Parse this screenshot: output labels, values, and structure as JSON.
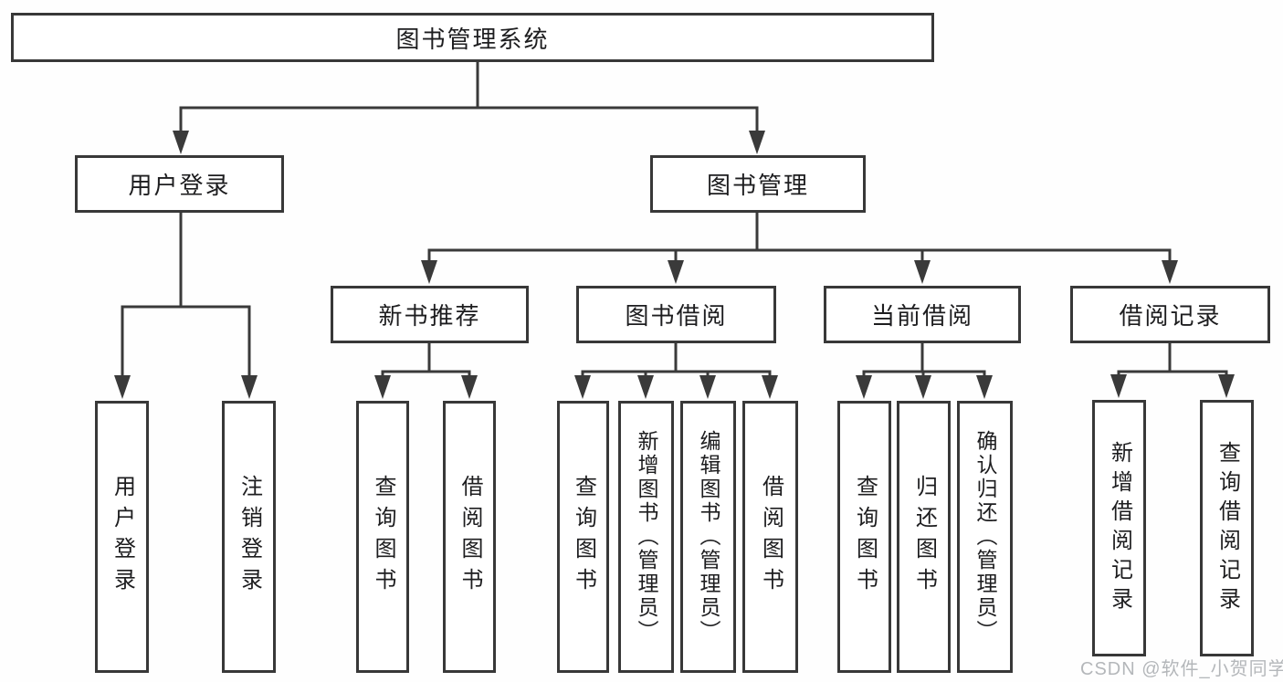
{
  "tree": {
    "root": "图书管理系统",
    "children": [
      {
        "label": "用户登录",
        "children": [
          "用户登录",
          "注销登录"
        ]
      },
      {
        "label": "图书管理",
        "children": [
          {
            "label": "新书推荐",
            "children": [
              "查询图书",
              "借阅图书"
            ]
          },
          {
            "label": "图书借阅",
            "children": [
              "查询图书",
              "新增图书（管理员）",
              "编辑图书（管理员）",
              "借阅图书"
            ]
          },
          {
            "label": "当前借阅",
            "children": [
              "查询图书",
              "归还图书",
              "确认归还（管理员）"
            ]
          },
          {
            "label": "借阅记录",
            "children": [
              "新增借阅记录",
              "查询借阅记录"
            ]
          }
        ]
      }
    ]
  },
  "watermark": {
    "text": "CSDN @软件_小贺同学",
    "color": "#b4b7ba"
  },
  "colors": {
    "line": "#3a3a3a",
    "box_border": "#383838",
    "text": "#1d1d1f",
    "background": "#ffffff"
  }
}
